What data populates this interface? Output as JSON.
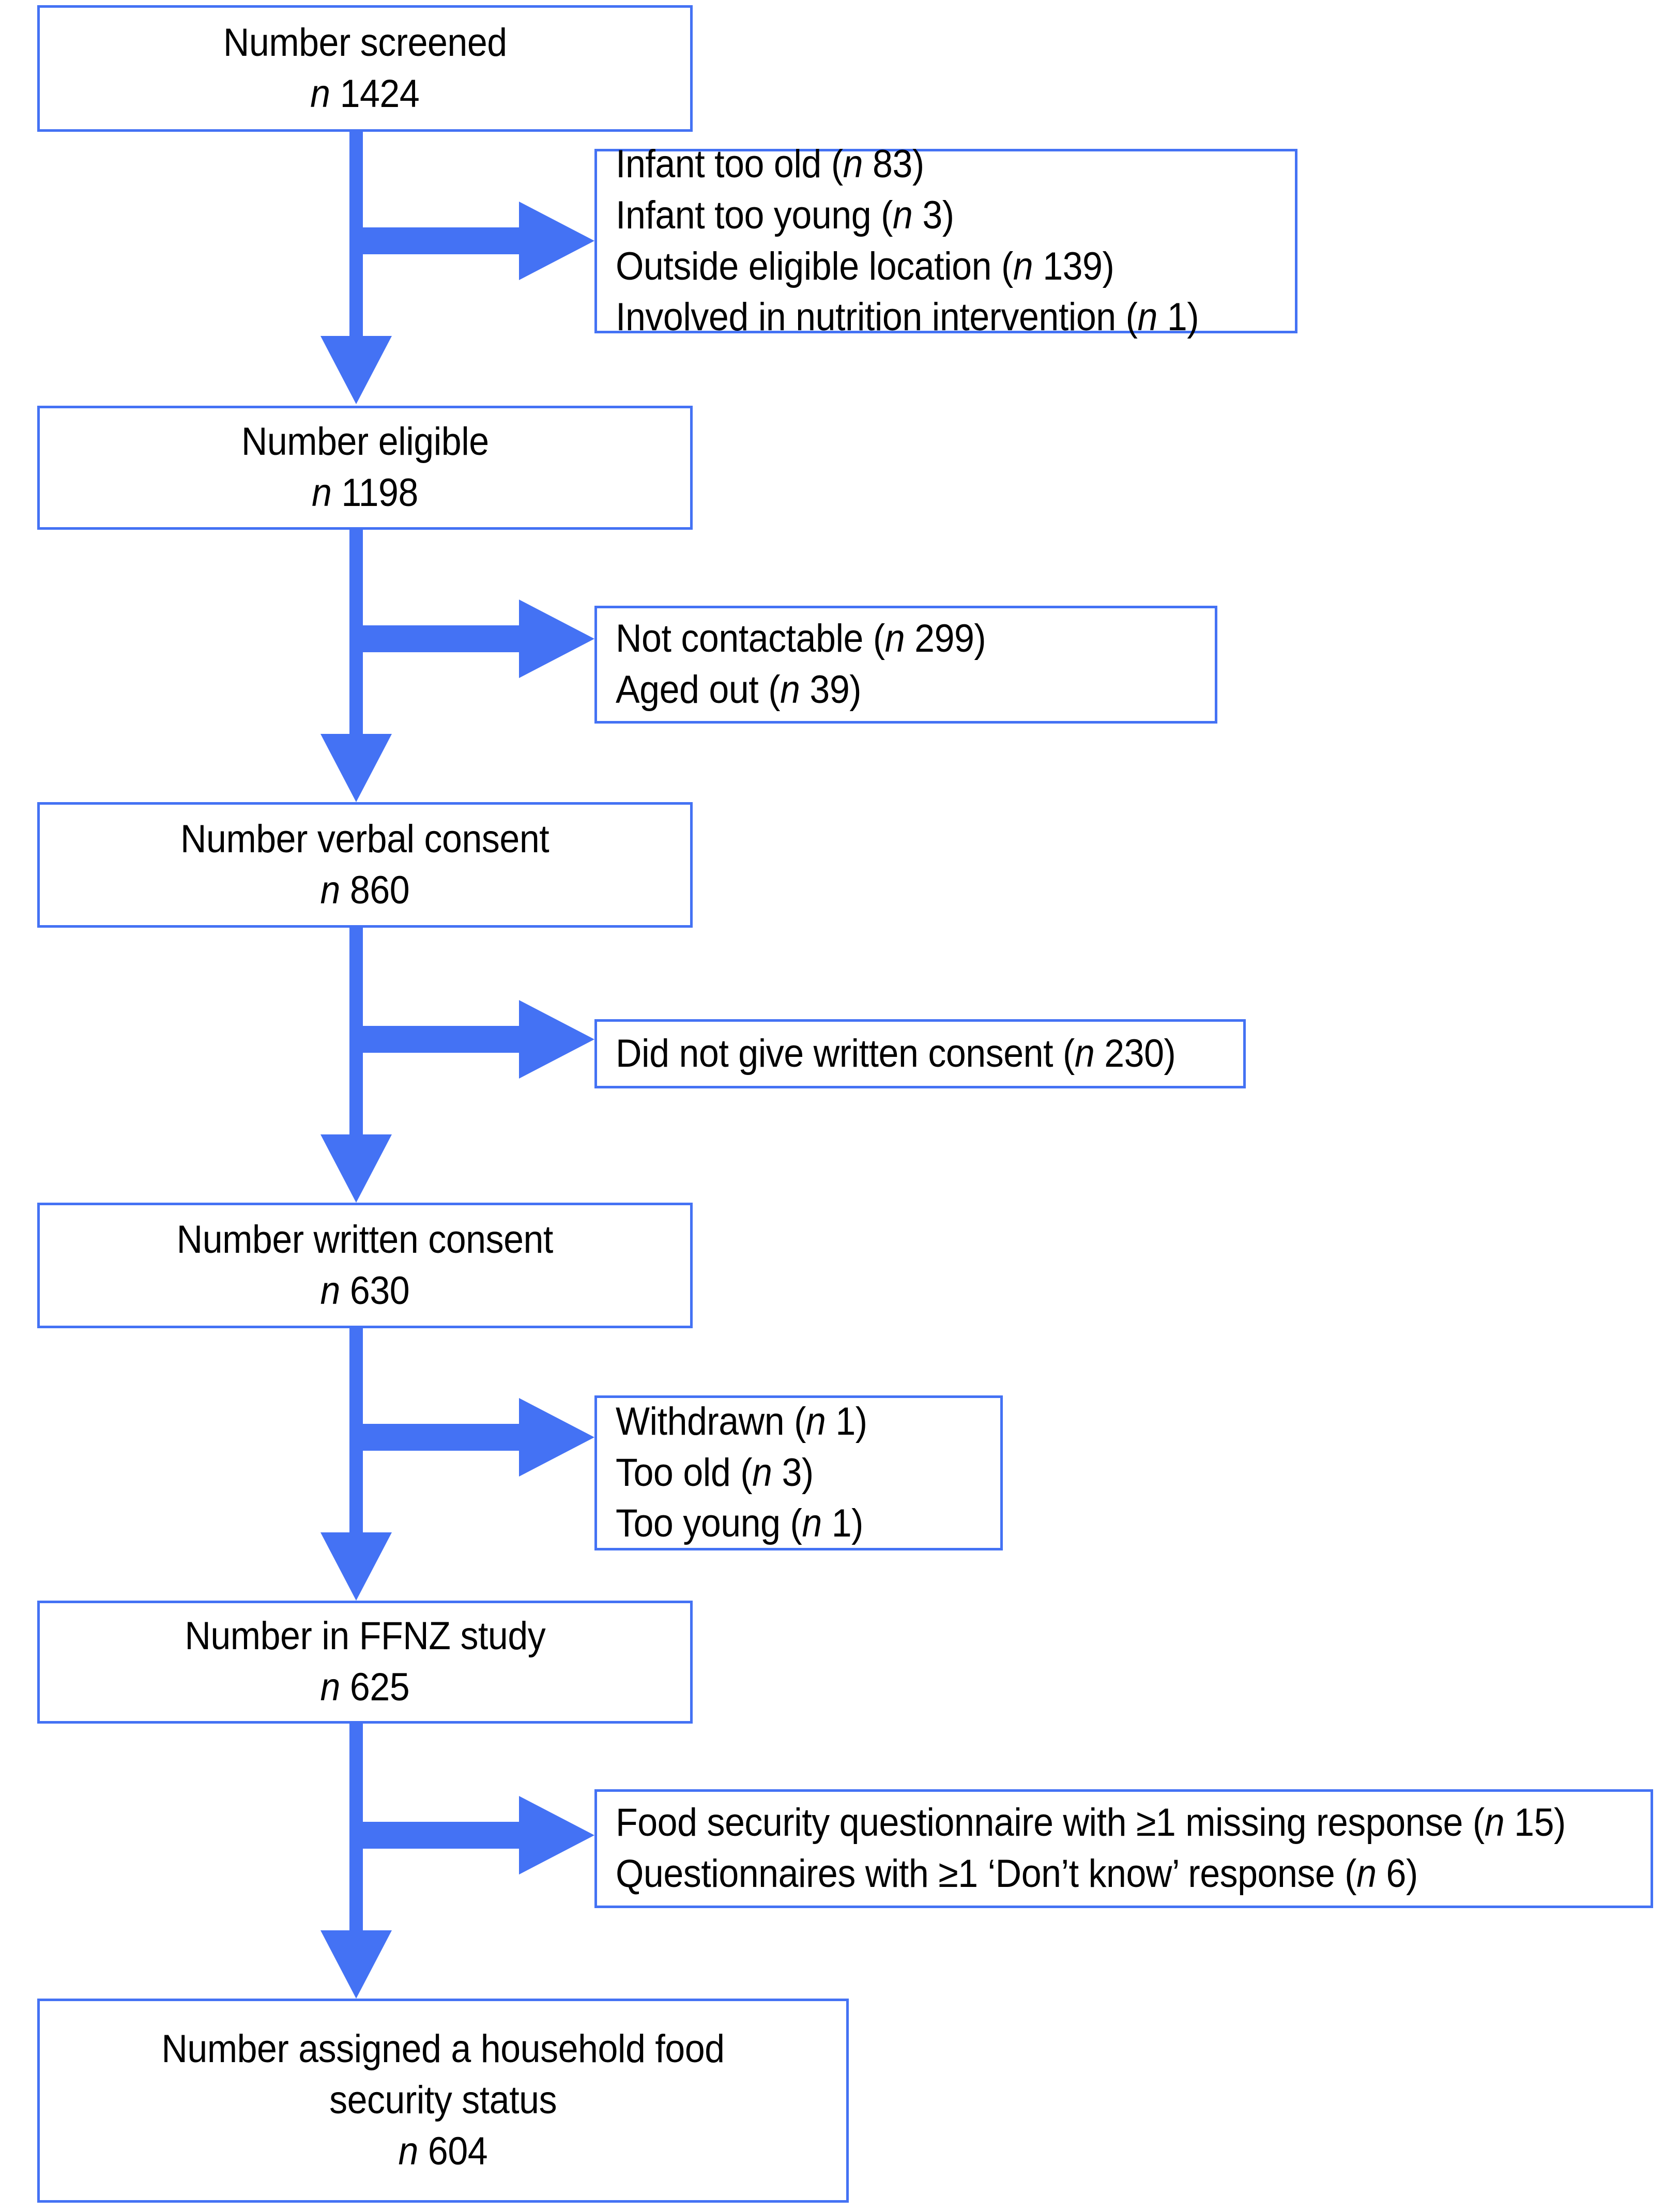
{
  "colors": {
    "accent": "#4472F4",
    "box_border": "#4472F4",
    "box_fill": "#FFFFFF",
    "text": "#000000"
  },
  "chart_data": {
    "type": "flowchart",
    "title": "",
    "orientation": "top-to-bottom",
    "nodes": [
      {
        "id": "screened",
        "kind": "main",
        "label": "Number screened",
        "n": 1424
      },
      {
        "id": "eligible",
        "kind": "main",
        "label": "Number eligible",
        "n": 1198
      },
      {
        "id": "verbal",
        "kind": "main",
        "label": "Number verbal consent",
        "n": 860
      },
      {
        "id": "written",
        "kind": "main",
        "label": "Number written consent",
        "n": 630
      },
      {
        "id": "ffnz",
        "kind": "main",
        "label": "Number in FFNZ study",
        "n": 625
      },
      {
        "id": "assigned",
        "kind": "main",
        "label": "Number assigned a household food security status",
        "n": 604
      }
    ],
    "exclusions": [
      {
        "after": "screened",
        "items": [
          {
            "reason": "Infant too old",
            "n": 83
          },
          {
            "reason": "Infant too young",
            "n": 3
          },
          {
            "reason": "Outside eligible location",
            "n": 139
          },
          {
            "reason": "Involved in nutrition intervention",
            "n": 1
          }
        ]
      },
      {
        "after": "eligible",
        "items": [
          {
            "reason": "Not contactable",
            "n": 299
          },
          {
            "reason": "Aged out",
            "n": 39
          }
        ]
      },
      {
        "after": "verbal",
        "items": [
          {
            "reason": "Did not give written consent",
            "n": 230
          }
        ]
      },
      {
        "after": "written",
        "items": [
          {
            "reason": "Withdrawn",
            "n": 1
          },
          {
            "reason": "Too old",
            "n": 3
          },
          {
            "reason": "Too young",
            "n": 1
          }
        ]
      },
      {
        "after": "ffnz",
        "items": [
          {
            "reason": "Food security questionnaire with ≥1 missing response",
            "n": 15
          },
          {
            "reason": "Questionnaires with ≥1 ‘Don’t know’ response",
            "n": 6
          }
        ]
      }
    ]
  },
  "nodes": {
    "screened": {
      "line1": "Number screened",
      "n_label": "n",
      "n_value": " 1424"
    },
    "eligible": {
      "line1": "Number eligible",
      "n_label": "n",
      "n_value": " 1198"
    },
    "verbal": {
      "line1": "Number verbal consent",
      "n_label": "n",
      "n_value": " 860"
    },
    "written": {
      "line1": "Number written consent",
      "n_label": "n",
      "n_value": " 630"
    },
    "ffnz": {
      "line1": "Number in FFNZ study",
      "n_label": "n",
      "n_value": " 625"
    },
    "assigned": {
      "line1": "Number assigned a household food",
      "line2": "security status",
      "n_label": "n",
      "n_value": " 604"
    }
  },
  "exclusions": {
    "screened": {
      "r1_text": "Infant too old (",
      "r1_n": "n",
      "r1_val": " 83)",
      "r2_text": "Infant too young (",
      "r2_n": "n",
      "r2_val": " 3)",
      "r3_text": "Outside eligible location (",
      "r3_n": "n",
      "r3_val": " 139)",
      "r4_text": "Involved in nutrition intervention (",
      "r4_n": "n",
      "r4_val": " 1)"
    },
    "eligible": {
      "r1_text": "Not contactable (",
      "r1_n": "n",
      "r1_val": " 299)",
      "r2_text": "Aged out (",
      "r2_n": "n",
      "r2_val": " 39)"
    },
    "verbal": {
      "r1_text": "Did not give written consent (",
      "r1_n": "n",
      "r1_val": " 230)"
    },
    "written": {
      "r1_text": "Withdrawn (",
      "r1_n": "n",
      "r1_val": " 1)",
      "r2_text": "Too old (",
      "r2_n": "n",
      "r2_val": " 3)",
      "r3_text": "Too young (",
      "r3_n": "n",
      "r3_val": " 1)"
    },
    "ffnz": {
      "r1_text": "Food security questionnaire with ≥1 missing response (",
      "r1_n": "n",
      "r1_val": " 15)",
      "r2_text": "Questionnaires with ≥1 ‘Don’t know’ response (",
      "r2_n": "n",
      "r2_val": " 6)"
    }
  }
}
